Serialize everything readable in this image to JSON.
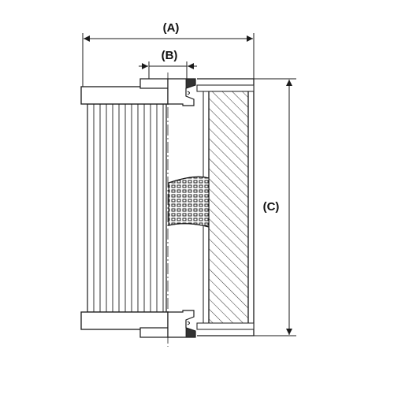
{
  "diagram": {
    "labels": {
      "a": "(A)",
      "b": "(B)",
      "c": "(C)"
    },
    "colors": {
      "line": "#1a1a1a",
      "hatch": "#333333",
      "background": "#ffffff"
    }
  }
}
